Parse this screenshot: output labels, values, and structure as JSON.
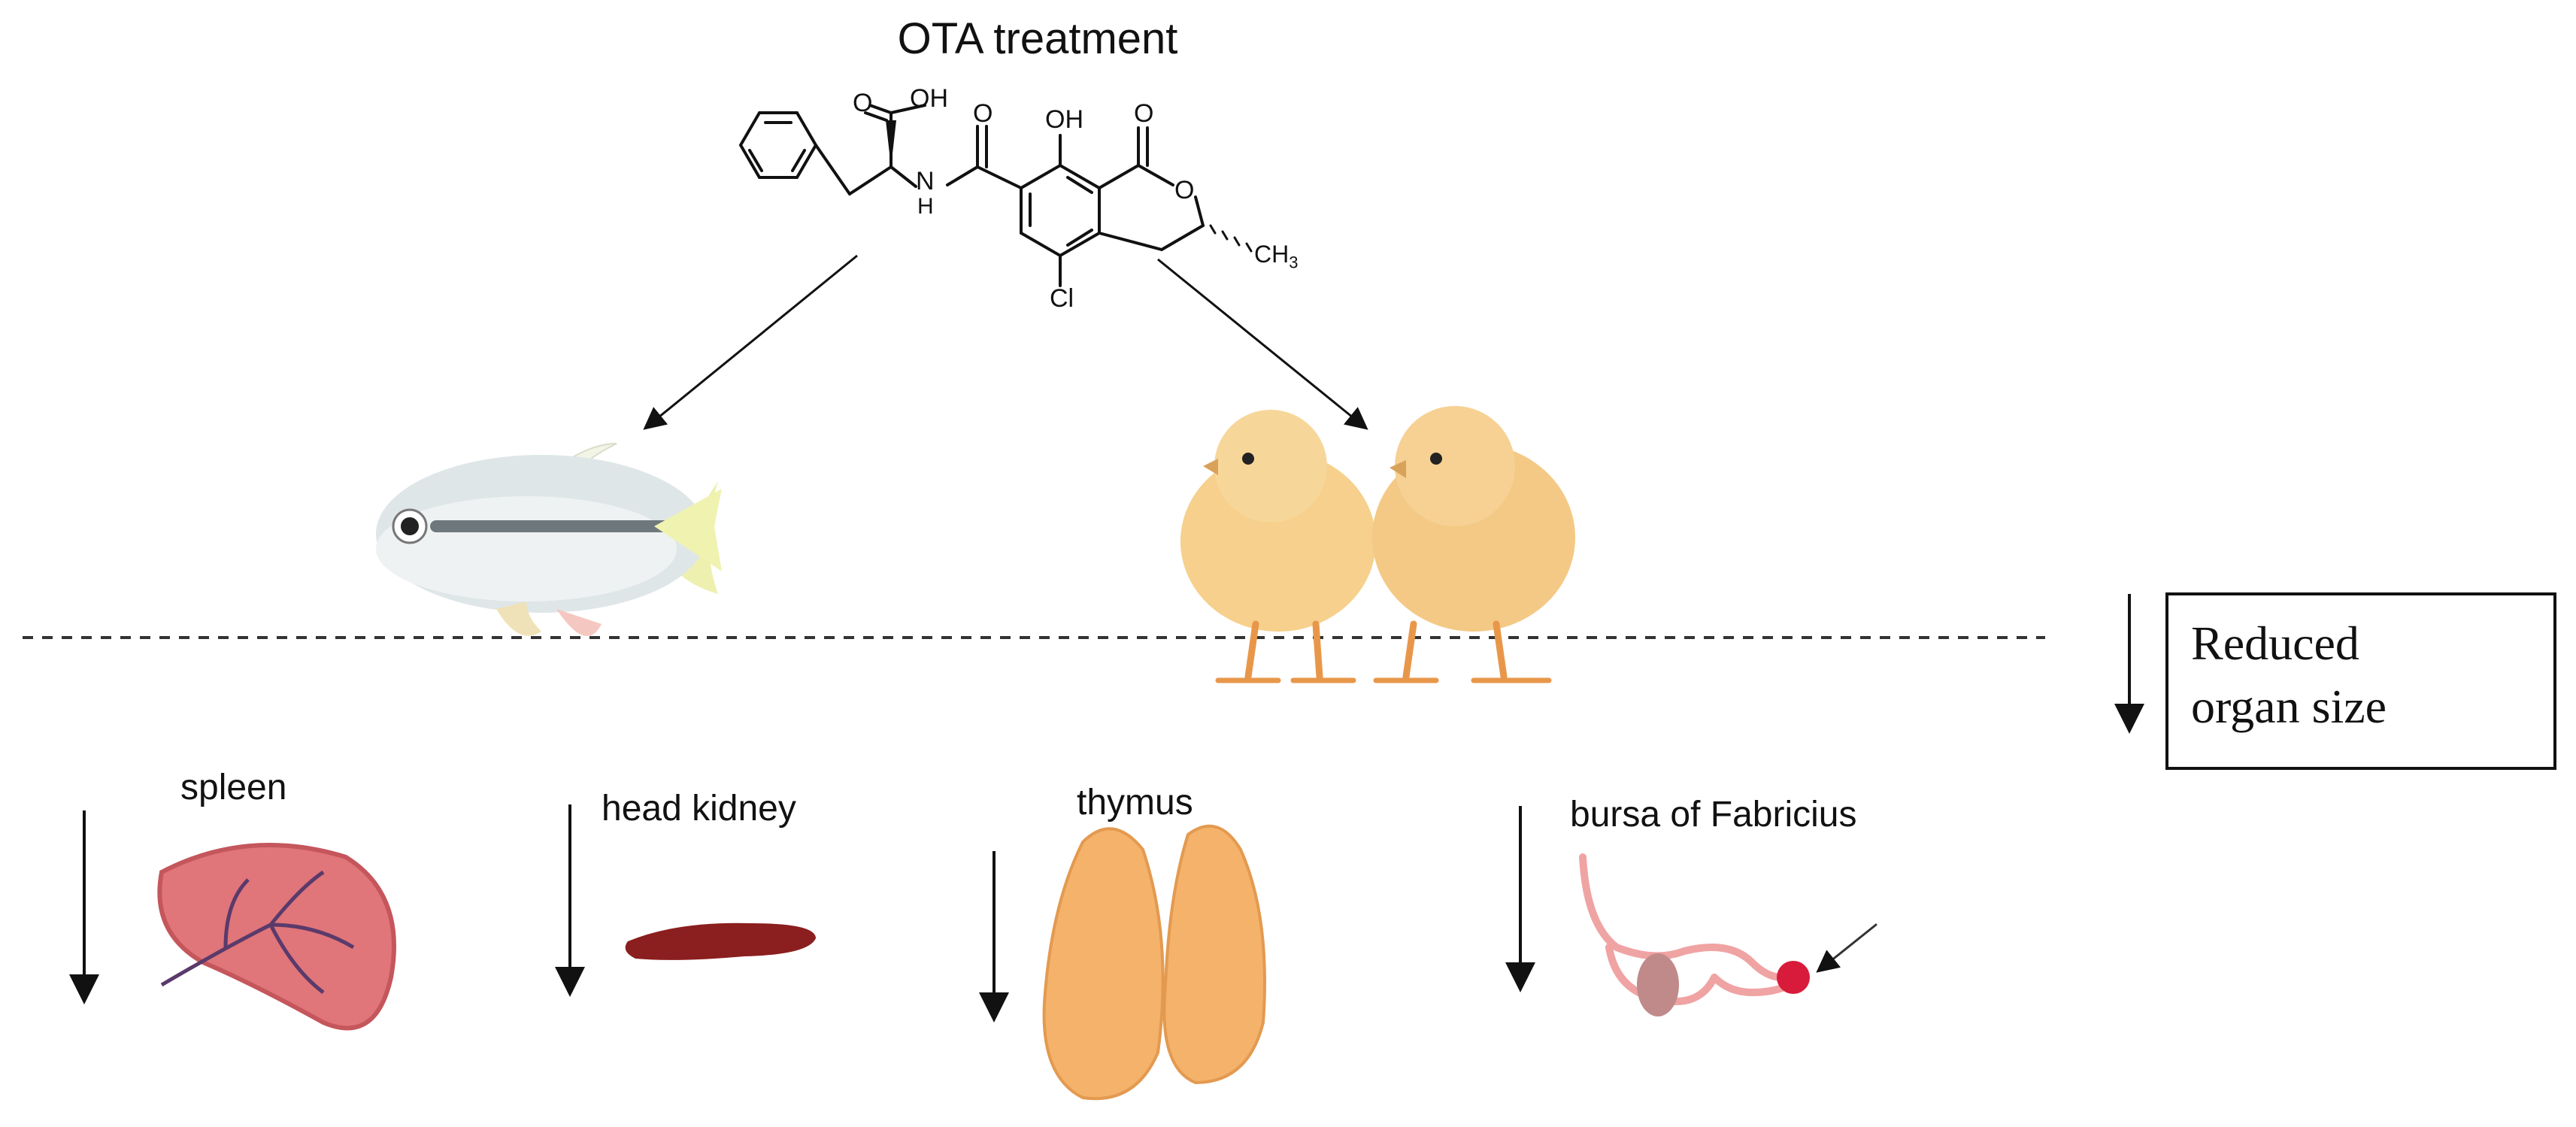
{
  "title": "OTA treatment",
  "molecule_labels": {
    "oh_acid": "OH",
    "o_acid": "O",
    "nh_n": "N",
    "nh_h": "H",
    "o_amide": "O",
    "oh_phenol": "OH",
    "o_lactone_carbonyl": "O",
    "o_ring": "O",
    "methyl": "CH",
    "methyl_sub": "3",
    "cl": "Cl"
  },
  "organisms": [
    "fish-icon",
    "chicks-icon"
  ],
  "legend": {
    "line1": "Reduced",
    "line2": "organ size"
  },
  "organs": [
    {
      "label": "spleen",
      "icon": "spleen-icon"
    },
    {
      "label": "head kidney",
      "icon": "head-kidney-icon"
    },
    {
      "label": "thymus",
      "icon": "thymus-icon"
    },
    {
      "label": "bursa of Fabricius",
      "icon": "bursa-icon"
    }
  ],
  "colors": {
    "spleen": "#e0757a",
    "kidney": "#8b1e1e",
    "thymus": "#f4b26a",
    "bursa": "#f0a3a3",
    "bursa_dot": "#d81b3a",
    "chick": "#f6d08c"
  }
}
